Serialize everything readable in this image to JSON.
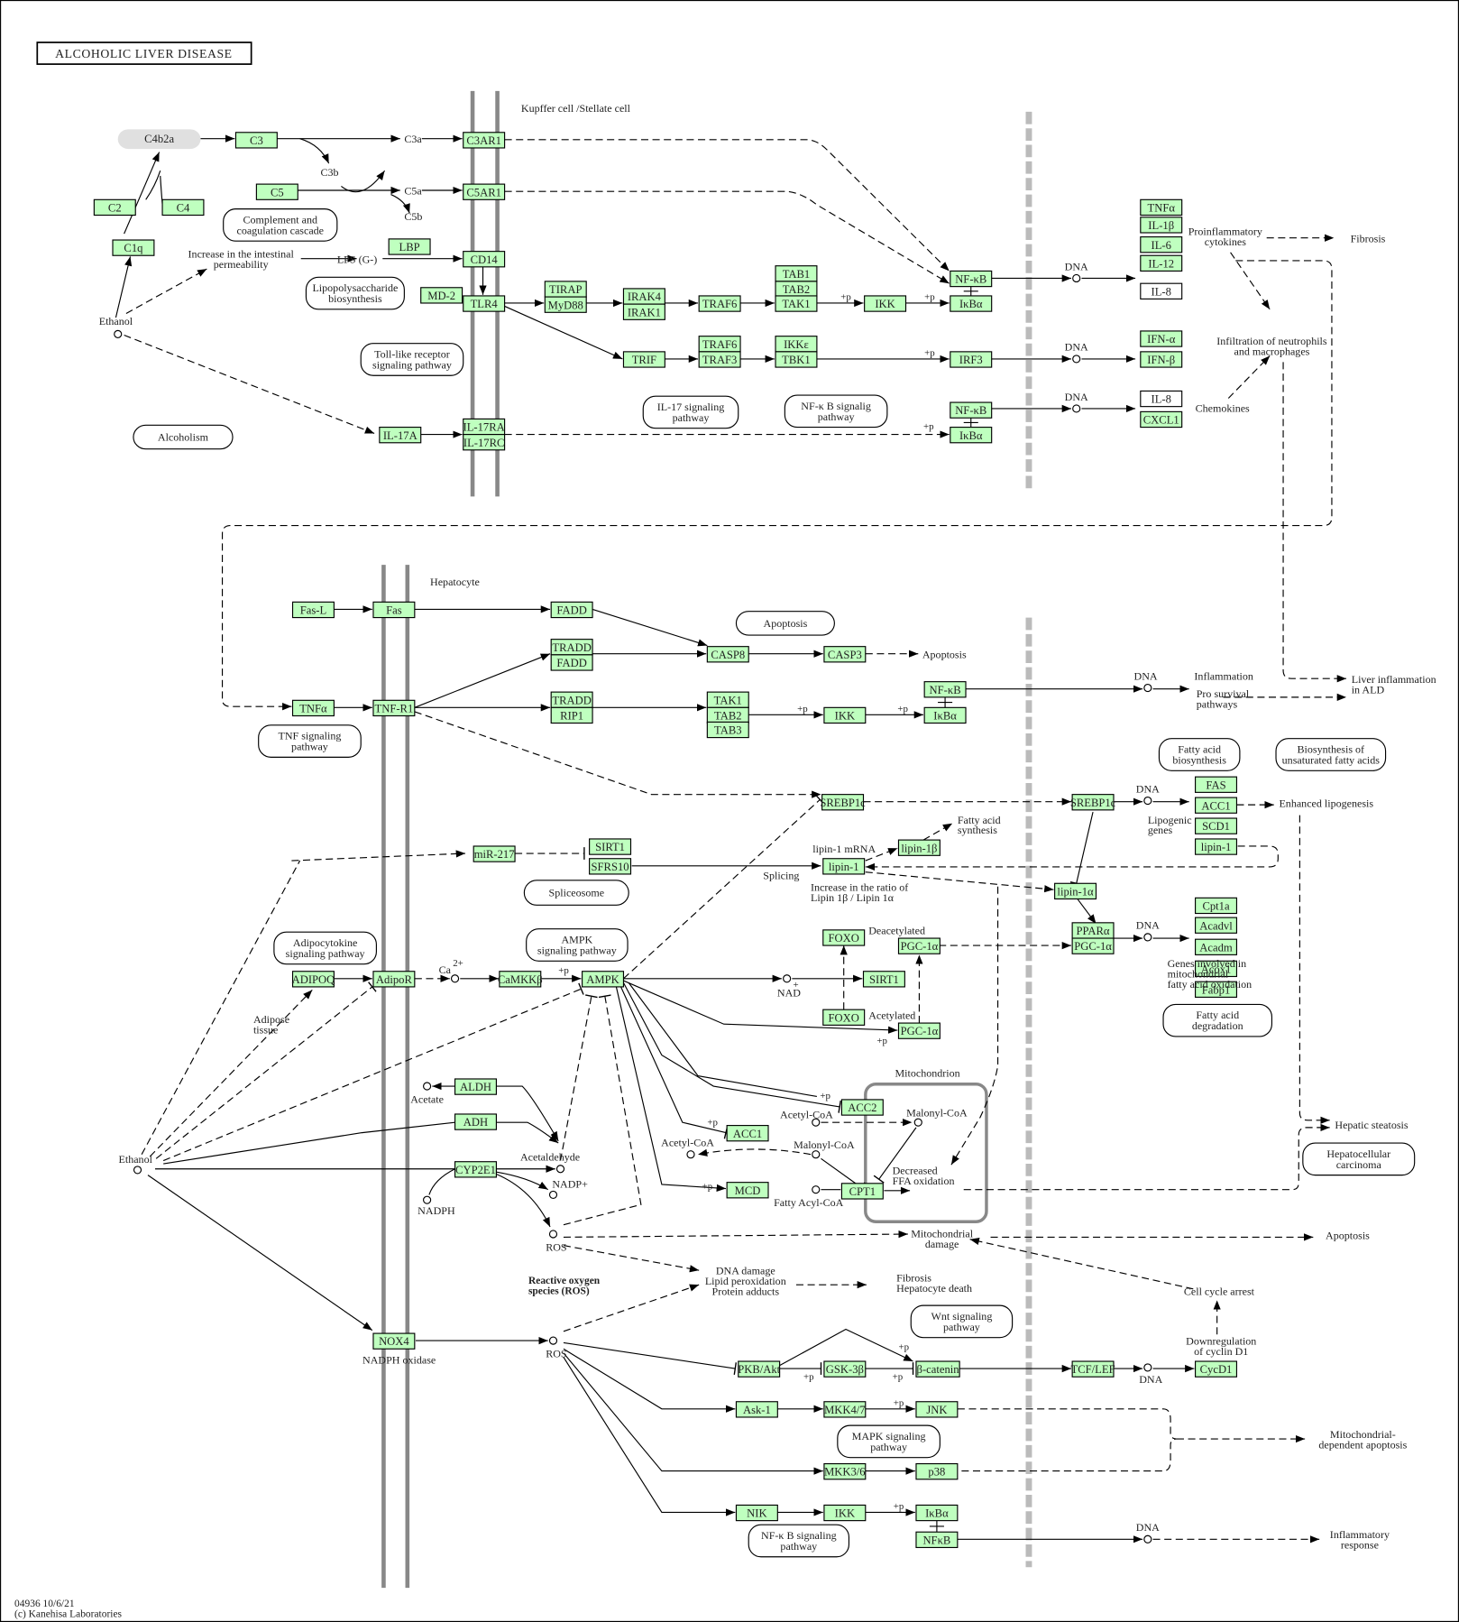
{
  "title": "ALCOHOLIC LIVER DISEASE",
  "footer": {
    "map_id_date": "04936 10/6/21",
    "copyright": "(c) Kanehisa Laboratories"
  },
  "colors": {
    "gene_fill": "#bfffbf",
    "compound_fill": "#e0e0e0",
    "membrane": "#888888",
    "nuclear_membrane": "#bbbbbb"
  },
  "nodes": {
    "C4b2a": "C4b2a",
    "C3": "C3",
    "C2": "C2",
    "C4": "C4",
    "C1q": "C1q",
    "C5": "C5",
    "C3AR1": "C3AR1",
    "C5AR1": "C5AR1",
    "LBP": "LBP",
    "CD14": "CD14",
    "MD2": "MD-2",
    "TLR4": "TLR4",
    "TIRAP": "TIRAP",
    "MyD88": "MyD88",
    "IRAK4": "IRAK4",
    "IRAK1": "IRAK1",
    "TRAF6a": "TRAF6",
    "TAB1a": "TAB1",
    "TAB2a": "TAB2",
    "TAK1a": "TAK1",
    "IKKa": "IKK",
    "NFkB1": "NF-κB",
    "IkBa1": "IκBα",
    "TRIF": "TRIF",
    "TRAF6b": "TRAF6",
    "TRAF3": "TRAF3",
    "IKKe": "IKKε",
    "TBK1": "TBK1",
    "IRF3": "IRF3",
    "IL17A": "IL-17A",
    "IL17RA": "IL-17RA",
    "IL17RC": "IL-17RC",
    "NFkB2": "NF-κB",
    "IkBa2": "IκBα",
    "TNFa_out": "TNFα",
    "IL1b": "IL-1β",
    "IL6": "IL-6",
    "IL12": "IL-12",
    "IL8a": "IL-8",
    "IFNa": "IFN-α",
    "IFNb": "IFN-β",
    "IL8b": "IL-8",
    "CXCL1": "CXCL1",
    "FasL": "Fas-L",
    "Fas": "Fas",
    "FADD1": "FADD",
    "TRADD1": "TRADD",
    "FADD2": "FADD",
    "CASP8": "CASP8",
    "CASP3": "CASP3",
    "TNFa": "TNFα",
    "TNFR1": "TNF-R1",
    "TRADD2": "TRADD",
    "RIP1": "RIP1",
    "TAK1b": "TAK1",
    "TAB2b": "TAB2",
    "TAB3": "TAB3",
    "IKKb": "IKK",
    "NFkB3": "NF-κB",
    "IkBa3": "IκBα",
    "SREBP1c_a": "SREBP1c",
    "SREBP1c_b": "SREBP1c",
    "FAS": "FAS",
    "ACC1_n": "ACC1",
    "SCD1": "SCD1",
    "lipin1_n": "lipin-1",
    "miR217": "miR-217",
    "SIRT1a": "SIRT1",
    "SFRS10": "SFRS10",
    "lipin1": "lipin-1",
    "lipin1b": "lipin-1β",
    "lipin1a": "lipin-1α",
    "FOXO1": "FOXO",
    "PGC1a_1": "PGC-1α",
    "SIRT1b": "SIRT1",
    "FOXO2": "FOXO",
    "PGC1a_2": "PGC-1α",
    "PPARa": "PPARα",
    "PGC1a_3": "PGC-1α",
    "Cpt1a": "Cpt1a",
    "Acadvl": "Acadvl",
    "Acadm": "Acadm",
    "Acox1": "Acox1",
    "Fabp1": "Fabp1",
    "ADIPOQ": "ADIPOQ",
    "AdipoR": "AdipoR",
    "CaMKKb": "CaMKKβ",
    "AMPK": "AMPK",
    "ALDH": "ALDH",
    "ADH": "ADH",
    "CYP2E1": "CYP2E1",
    "ACC2": "ACC2",
    "ACC1": "ACC1",
    "MCD": "MCD",
    "CPT1": "CPT1",
    "NOX4": "NOX4",
    "PKBAkt": "PKB/Akt",
    "GSK3b": "GSK-3β",
    "bcatenin": "β-catenin",
    "TCFLEF": "TCF/LEF",
    "CycD1": "CycD1",
    "Ask1": "Ask-1",
    "MKK47": "MKK4/7",
    "JNK": "JNK",
    "MKK36": "MKK3/6",
    "p38": "p38",
    "NIK": "NIK",
    "IKKc": "IKK",
    "IkBa4": "IκBα",
    "NFkB4": "NFκB"
  },
  "maps": {
    "complement": "Complement and|coagulation cascade",
    "lps": "Lipopolysaccharide|biosynthesis",
    "tlr": "Toll-like receptor|signaling pathway",
    "alcoholism": "Alcoholism",
    "il17": "IL-17 signaling|pathway",
    "nfkb1": "NF-κ B signalig|pathway",
    "apoptosis": "Apoptosis",
    "tnf": "TNF signaling|pathway",
    "fab": "Fatty acid|biosynthesis",
    "ufa": "Biosynthesis of|unsaturated fatty acids",
    "spliceosome": "Spliceosome",
    "adipocytokine": "Adipocytokine|signaling pathway",
    "ampk": "AMPK|signaling pathway",
    "fad": "Fatty acid|degradation",
    "hcc": "Hepatocellular|carcinoma",
    "wnt": "Wnt signaling|pathway",
    "mapk": "MAPK signaling|pathway",
    "nfkb2": "NF-κ B signaling|pathway"
  },
  "labels": {
    "kupffer": "Kupffer cell /Stellate cell",
    "hepatocyte": "Hepatocyte",
    "c3a": "C3a",
    "c3b": "C3b",
    "c5a": "C5a",
    "c5b": "C5b",
    "ethanol1": "Ethanol",
    "ethanol2": "Ethanol",
    "intestinal": "Increase in the intestinal|permeability",
    "lps": "LPS (G-)",
    "dna1": "DNA",
    "dna2": "DNA",
    "dna3": "DNA",
    "dna4": "DNA",
    "dna5": "DNA",
    "dna6": "DNA",
    "dna7": "DNA",
    "dna8": "DNA",
    "proinflam": "Proinflammatory|cytokines",
    "fibrosis": "Fibrosis",
    "infiltration": "Infiltration of neutrophils|and macrophages",
    "chemokines": "Chemokines",
    "apoptosis1": "Apoptosis",
    "inflammation": "Inflammation",
    "prosurvival": "Pro survival|pathways",
    "liverinflam": "Liver inflammation|in ALD",
    "enhanced_lipo": "Enhanced lipogenesis",
    "lipogenic": "Lipogenic|genes",
    "fa_synth": "Fatty acid|synthesis",
    "lipin_mrna": "lipin-1 mRNA",
    "splicing": "Splicing",
    "ratio": "Increase in the ratio of|Lipin 1β / Lipin 1α",
    "deacetylated": "Deacetylated",
    "acetylated": "Acetylated",
    "nad": "NAD",
    "genes_mito": "Genes involved in|mitochondrial|fatty acid oxidation",
    "ca": "Ca",
    "adipose": "Adipose|tissue",
    "acetate": "Acetate",
    "acetaldehyde": "Acetaldehyde",
    "nadp": "NADP+",
    "nadph": "NADPH",
    "ros1": "ROS",
    "ros2": "ROS",
    "mitochondrion": "Mitochondrion",
    "acetylcoa1": "Acetyl-CoA",
    "acetylcoa2": "Acetyl-CoA",
    "malonylcoa1": "Malonyl-CoA",
    "malonylcoa2": "Malonyl-CoA",
    "fattyacylcoa": "Fatty Acyl-CoA",
    "decreased_ffa": "Decreased|FFA oxidation",
    "hepatic_steatosis": "Hepatic steatosis",
    "mito_damage": "Mitochondrial|damage",
    "apoptosis2": "Apoptosis",
    "ros_title": "Reactive oxygen|species (ROS)",
    "dna_damage": "DNA damage|Lipid peroxidation|Protein adducts",
    "fibrosis2": "Fibrosis|Hepatocyte death",
    "cell_cycle": "Cell cycle arrest",
    "downreg": "Downregulation|of cyclin D1",
    "nadph_oxidase": "NADPH oxidase",
    "mito_apoptosis": "Mitochondrial-|dependent apoptosis",
    "inflam_response": "Inflammatory|response",
    "p": "+p"
  }
}
